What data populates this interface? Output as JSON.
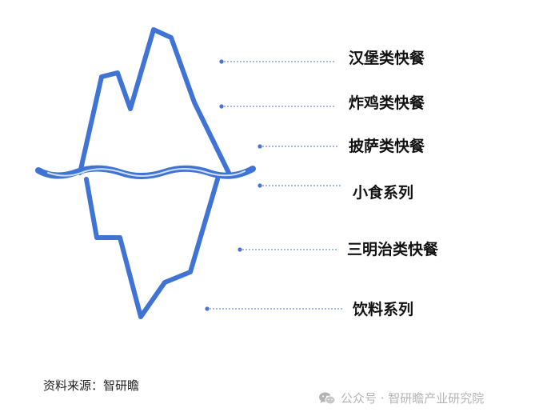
{
  "layers": [
    {
      "label": "汉堡类快餐"
    },
    {
      "label": "炸鸡类快餐"
    },
    {
      "label": "披萨类快餐"
    },
    {
      "label": "小食系列"
    },
    {
      "label": "三明治类快餐"
    },
    {
      "label": "饮料系列"
    }
  ],
  "source": "资料来源：智研瞻",
  "watermark": {
    "icon": "wechat-icon",
    "text": "公众号 · 智研瞻产业研究院"
  },
  "colors": {
    "iceberg": "#3f73d4",
    "leader": "#4a76c9",
    "water_highlight": "#cfe0ff",
    "watermark": "#b4b4b4"
  }
}
